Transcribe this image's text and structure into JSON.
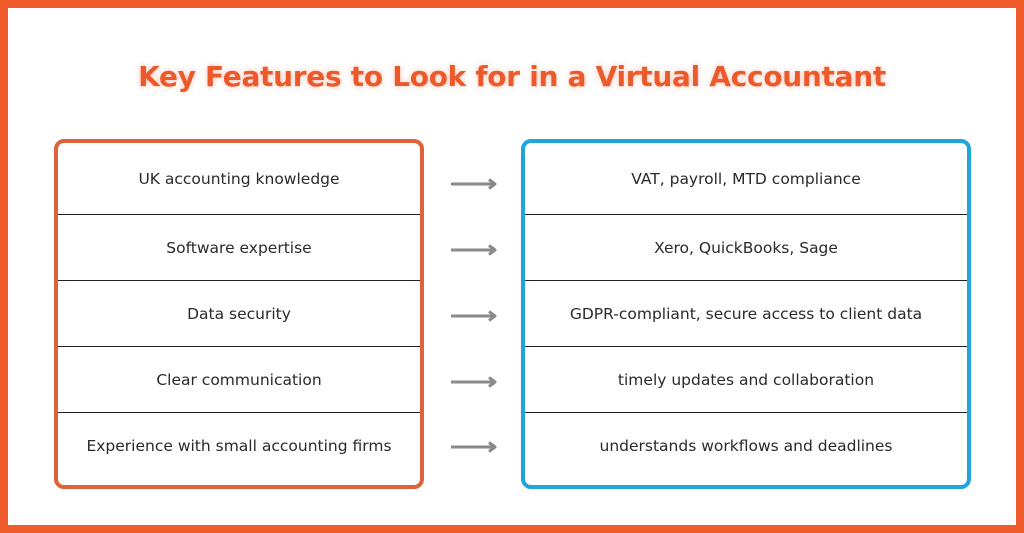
{
  "title": "Key Features to Look for in a Virtual Accountant",
  "features": [
    {
      "feature": "UK accounting knowledge",
      "detail": "VAT, payroll, MTD compliance"
    },
    {
      "feature": "Software expertise",
      "detail": "Xero, QuickBooks, Sage"
    },
    {
      "feature": "Data security",
      "detail": "GDPR-compliant, secure access to client data"
    },
    {
      "feature": "Clear communication",
      "detail": "timely updates and collaboration"
    },
    {
      "feature": "Experience with small accounting firms",
      "detail": "understands workflows and deadlines"
    }
  ],
  "colors": {
    "accent": "#ee5a2a",
    "secondary": "#1fa4dc",
    "arrow": "#8a8a8a"
  }
}
